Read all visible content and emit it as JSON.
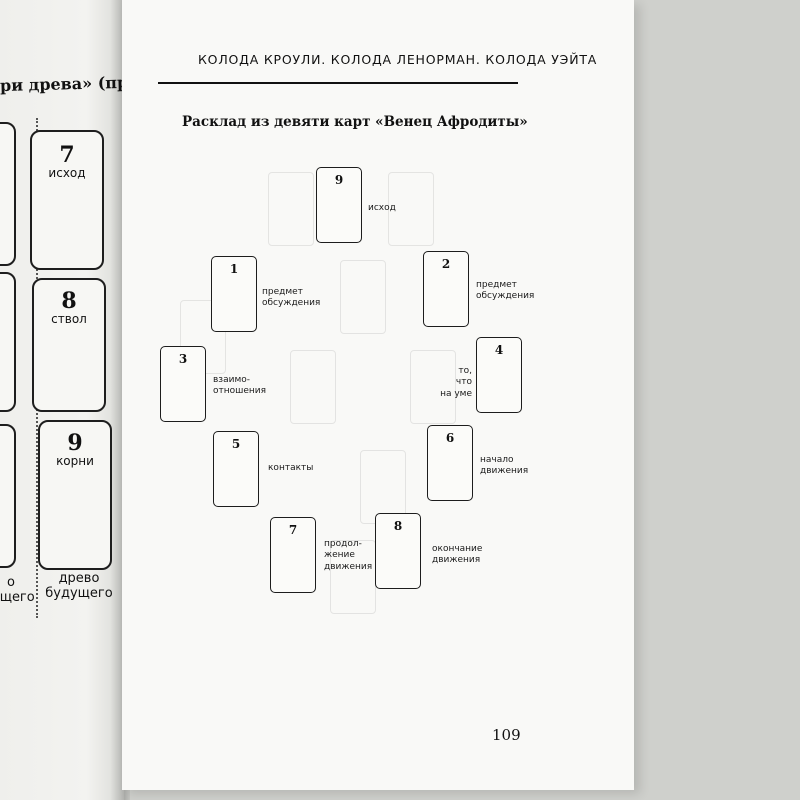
{
  "left_page": {
    "title_fragment": "ри древа» (прост",
    "cards": [
      {
        "number": "7",
        "label": "исход"
      },
      {
        "number": "8",
        "label": "ствол"
      },
      {
        "number": "9",
        "label": "корни"
      }
    ],
    "bottom_left": "о\nущего",
    "bottom_right": "древо\nбудущего"
  },
  "header": {
    "title": "КОЛОДА КРОУЛИ. КОЛОДА ЛЕНОРМАН. КОЛОДА УЭЙТА"
  },
  "spread": {
    "title": "Расклад из девяти карт «Венец Афродиты»",
    "cards": [
      {
        "number": "9",
        "label": "исход"
      },
      {
        "number": "1",
        "label": "предмет\nобсуждения"
      },
      {
        "number": "2",
        "label": "предмет\nобсуждения"
      },
      {
        "number": "3",
        "label": "взаимо-\nотношения"
      },
      {
        "number": "4",
        "label": "то, что\nна уме"
      },
      {
        "number": "5",
        "label": "контакты"
      },
      {
        "number": "6",
        "label": "начало\nдвижения"
      },
      {
        "number": "7",
        "label": "продол-\nжение\nдвижения"
      },
      {
        "number": "8",
        "label": "окончание\nдвижения"
      }
    ]
  },
  "page_number": "109"
}
